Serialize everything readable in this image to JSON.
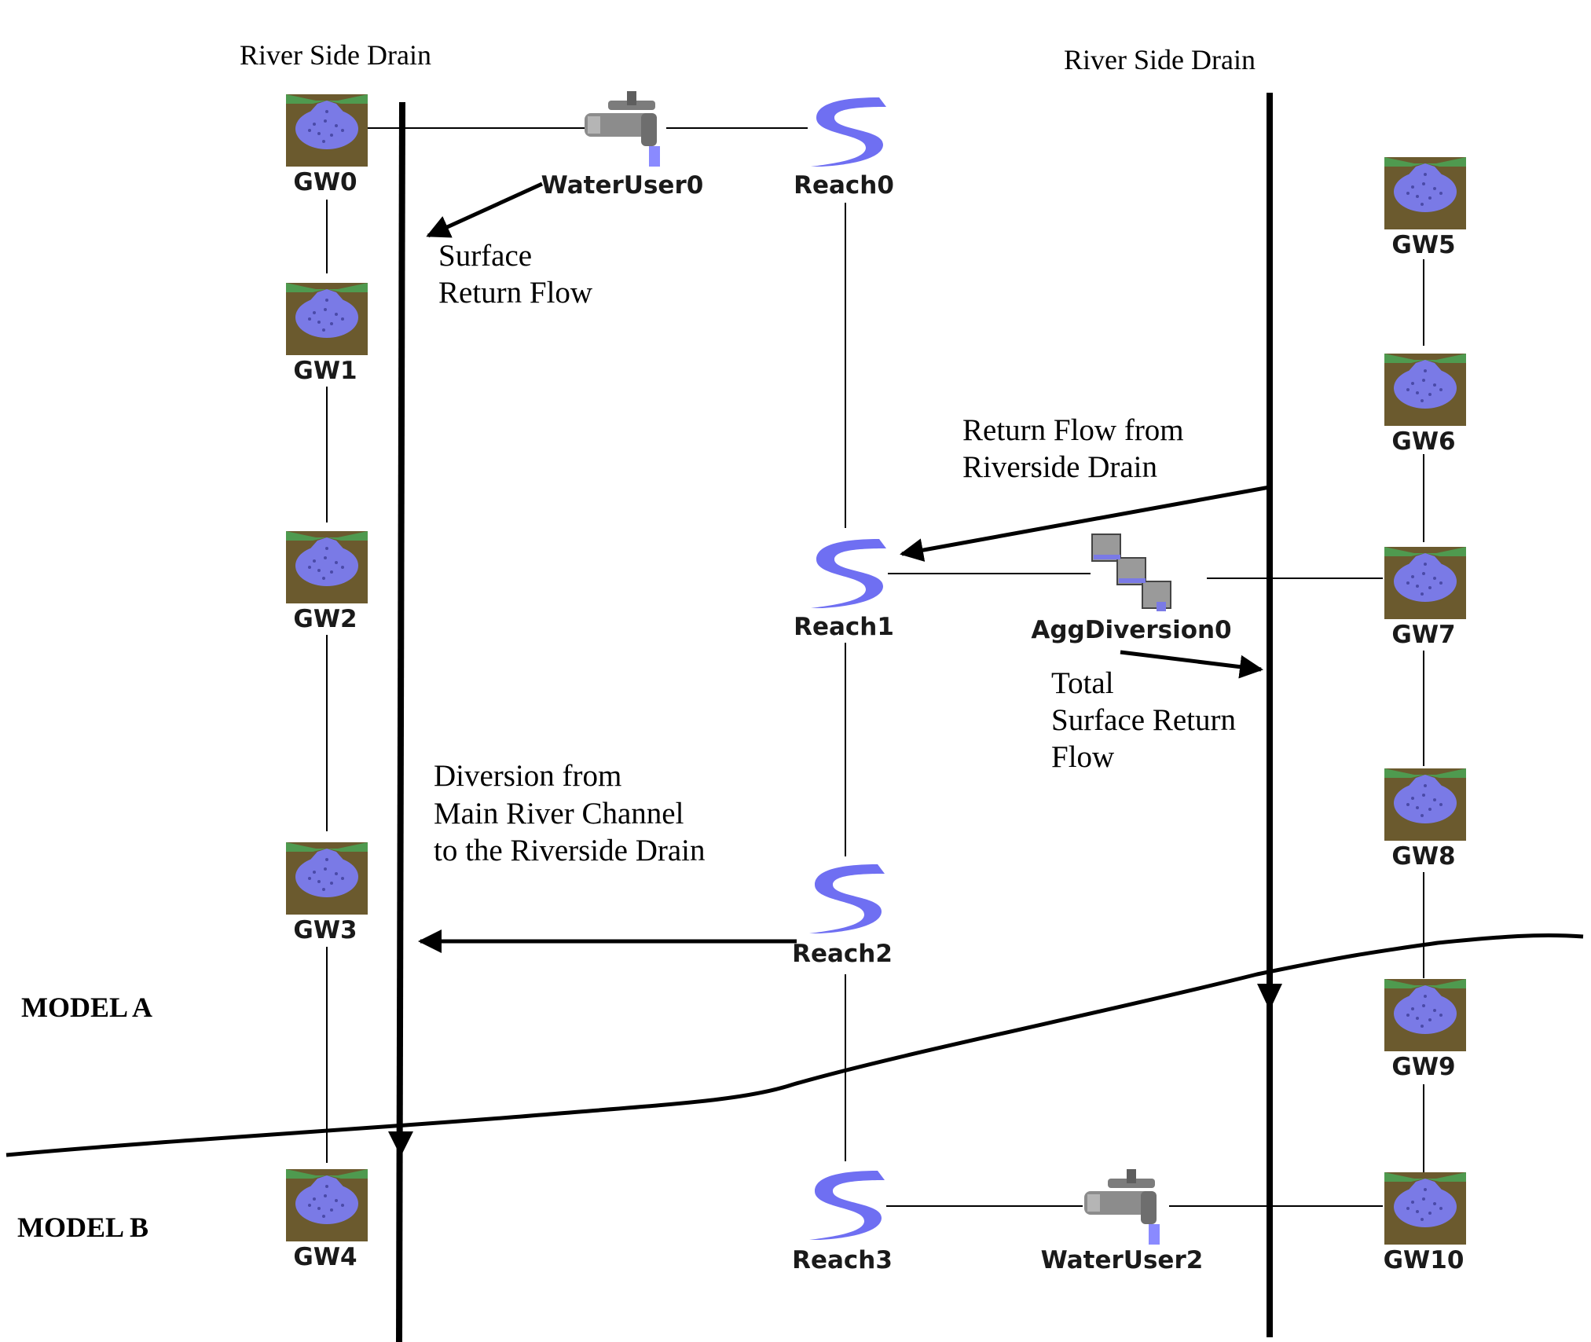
{
  "drains": {
    "left_title": "River Side Drain",
    "right_title": "River Side Drain"
  },
  "groundwater": {
    "left": [
      "GW0",
      "GW1",
      "GW2",
      "GW3",
      "GW4"
    ],
    "right": [
      "GW5",
      "GW6",
      "GW7",
      "GW8",
      "GW9",
      "GW10"
    ]
  },
  "reaches": [
    "Reach0",
    "Reach1",
    "Reach2",
    "Reach3"
  ],
  "water_users": [
    "WaterUser0",
    "WaterUser2"
  ],
  "agg_diversion": "AggDiversion0",
  "annotations": {
    "surface_return_flow": [
      "Surface",
      "Return Flow"
    ],
    "return_flow_drain": [
      "Return Flow from",
      "Riverside Drain"
    ],
    "total_surface_return": [
      "Total",
      "Surface Return",
      "Flow"
    ],
    "diversion_main_channel": [
      "Diversion from",
      "Main River Channel",
      "to the Riverside Drain"
    ]
  },
  "models": {
    "a": "MODEL A",
    "b": "MODEL B"
  },
  "icons": {
    "groundwater": "groundwater-storage-icon",
    "reach": "river-reach-icon",
    "water_user": "faucet-icon",
    "agg_diversion": "aggregate-diversion-icon"
  },
  "colors": {
    "soil": "#6b5a2e",
    "grass": "#4f9a4f",
    "water": "#7a7ae6",
    "reach": "#6f6ff2",
    "line": "#000000"
  }
}
